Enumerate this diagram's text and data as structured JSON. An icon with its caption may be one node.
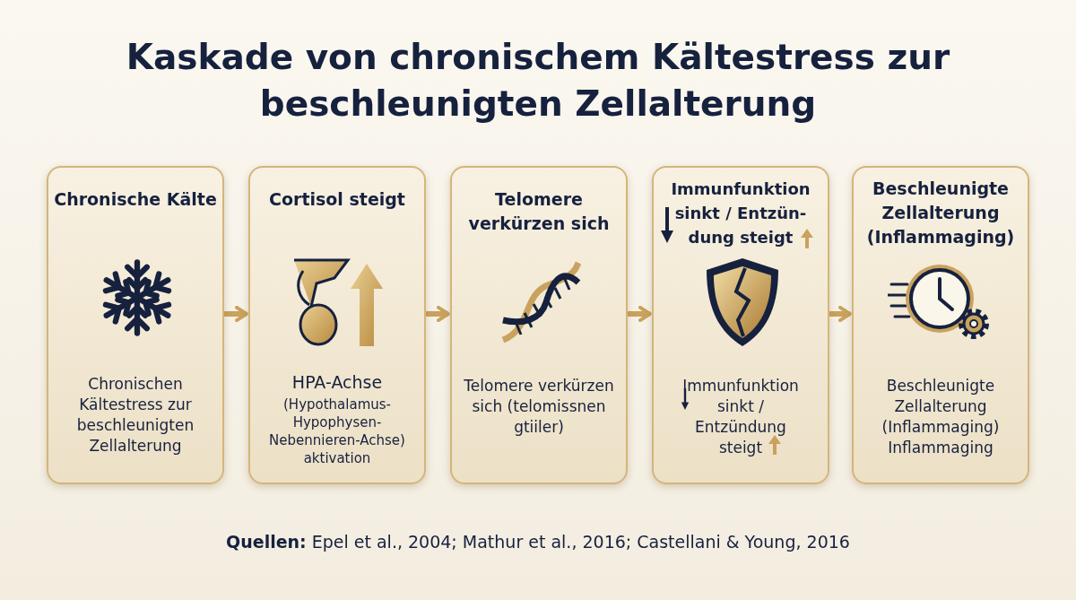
{
  "diagram": {
    "title": "Kaskade von chronischem Kältestress zur beschleunigten Zellalterung",
    "nodes": [
      {
        "text": [
          "Chronische Kälte",
          "Chronischen Kältestress zur beschleunigten Zellalterung"
        ]
      },
      {
        "text": [
          "Cortisol steigt",
          "HPA-Achse",
          "(Hypothalamus- Hypophysen- Nebennieren-Achse) aktivation"
        ]
      },
      {
        "text": [
          "Telomere verkürzen sich",
          "Telomere verkürzen sich (telomissnen gtiiler)"
        ]
      },
      {
        "text": [
          "Immunfunktion sinkt / Entzün- dung steigt",
          "Immunfunktion sinkt / Entzündung steigt"
        ]
      },
      {
        "text": [
          "Beschleunigte Zellalterung (Inflammaging)",
          "Beschleunigte Zellalterung (Inflammaging) Inflammaging"
        ]
      }
    ],
    "edges": [
      {
        "from": 0,
        "to": 1,
        "arrow": "to",
        "color": "#c9a25e"
      },
      {
        "from": 1,
        "to": 2,
        "arrow": "to",
        "color": "#c9a25e"
      },
      {
        "from": 2,
        "to": 3,
        "arrow": "to",
        "color": "#c9a25e"
      },
      {
        "from": 3,
        "to": 4,
        "arrow": "to",
        "color": "#c9a25e"
      }
    ],
    "labels": [
      "**Quellen:** Epel et al., 2004; Mathur et al., 2016; Castellani & Young, 2016"
    ]
  }
}
